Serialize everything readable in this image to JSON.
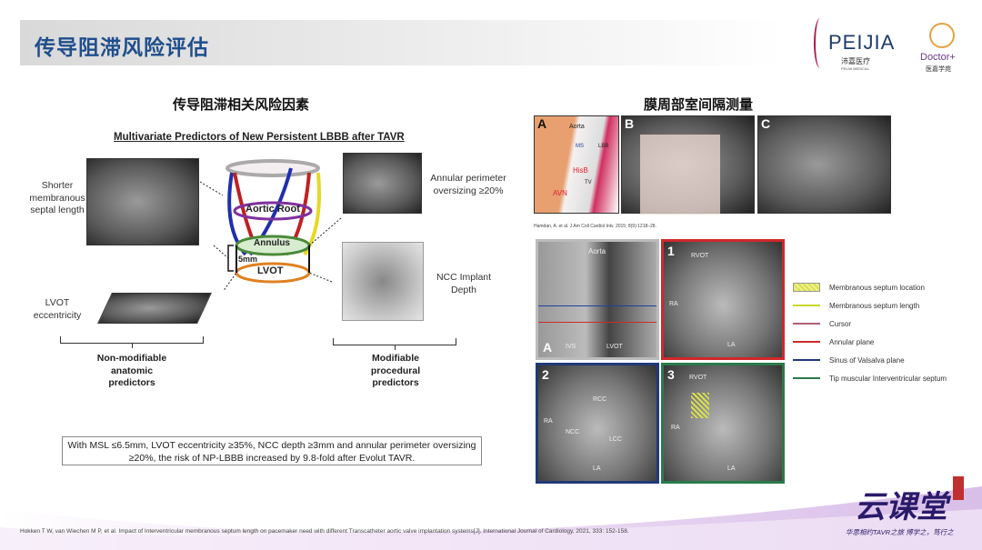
{
  "header": {
    "title": "传导阻滞风险评估",
    "logo_peijia": "PEIJIA",
    "logo_peijia_cn": "沛嘉医疗",
    "logo_peijia_en": "PEIJIA MEDICAL",
    "logo_doctor": "Doctor+",
    "logo_doctor_cn": "医嘉学苑"
  },
  "left": {
    "heading": "传导阻滞相关风险因素",
    "figure_title": "Multivariate Predictors of New Persistent LBBB after TAVR",
    "labels": {
      "msl": "Shorter membranous septal length",
      "lvot_ecc": "LVOT eccentricity",
      "annular": "Annular perimeter oversizing ≥20%",
      "ncc": "NCC Implant Depth",
      "aortic_root": "Aortic Root",
      "annulus": "Annulus",
      "lvot": "LVOT",
      "mm": "5mm",
      "nonmod": "Non-modifiable anatomic predictors",
      "mod": "Modifiable procedural predictors"
    },
    "note": "With MSL ≤6.5mm, LVOT eccentricity ≥35%, NCC depth ≥3mm and annular perimeter oversizing ≥20%, the risk of NP-LBBB increased by 9.8-fold after Evolut TAVR."
  },
  "right": {
    "heading": "膜周部室间隔测量",
    "top_panels": [
      "A",
      "B",
      "C"
    ],
    "top_labels": {
      "aorta": "Aorta",
      "ms": "MS",
      "lbb": "LBB",
      "hisb": "HisB",
      "avn": "AVN",
      "tv": "TV"
    },
    "citation": "Hamdan, A. et al. J Am Coll Cardiol Intv. 2015; 8(9):1218–28.",
    "grid_panels": [
      {
        "num": "A",
        "text": "Aorta",
        "sub": "IVS",
        "sub2": "LVOT"
      },
      {
        "num": "1",
        "text": "RVOT",
        "sub": "RA",
        "sub2": "LA"
      },
      {
        "num": "2",
        "text": "RCC",
        "sub": "RA",
        "sub2": "LA",
        "sub3": "NCC",
        "sub4": "LCC"
      },
      {
        "num": "3",
        "text": "RVOT",
        "sub": "RA",
        "sub2": "LA"
      }
    ],
    "legend": [
      {
        "label": "Membranous septum location",
        "color": "#d8e04a"
      },
      {
        "label": "Membranous septum length",
        "color": "#c8d82a"
      },
      {
        "label": "Cursor",
        "color": "#7a1020"
      },
      {
        "label": "Annular plane",
        "color": "#d02828"
      },
      {
        "label": "Sinus of Valsalva plane",
        "color": "#1f3a78"
      },
      {
        "label": "Tip muscular Interventricular septum",
        "color": "#2a7a4a"
      }
    ]
  },
  "footer": {
    "citation": "Hokken T W, van Wiechen M P, et al. Impact of Interventricular membranous septum length on pacemaker need with different Transcatheter aortic valve implantation systems[J]. International Journal of Cardiology, 2021, 333: 152-158.",
    "brand": "云课堂",
    "slogan": "华思相约TAVR之旅 博学之，笃行之"
  }
}
